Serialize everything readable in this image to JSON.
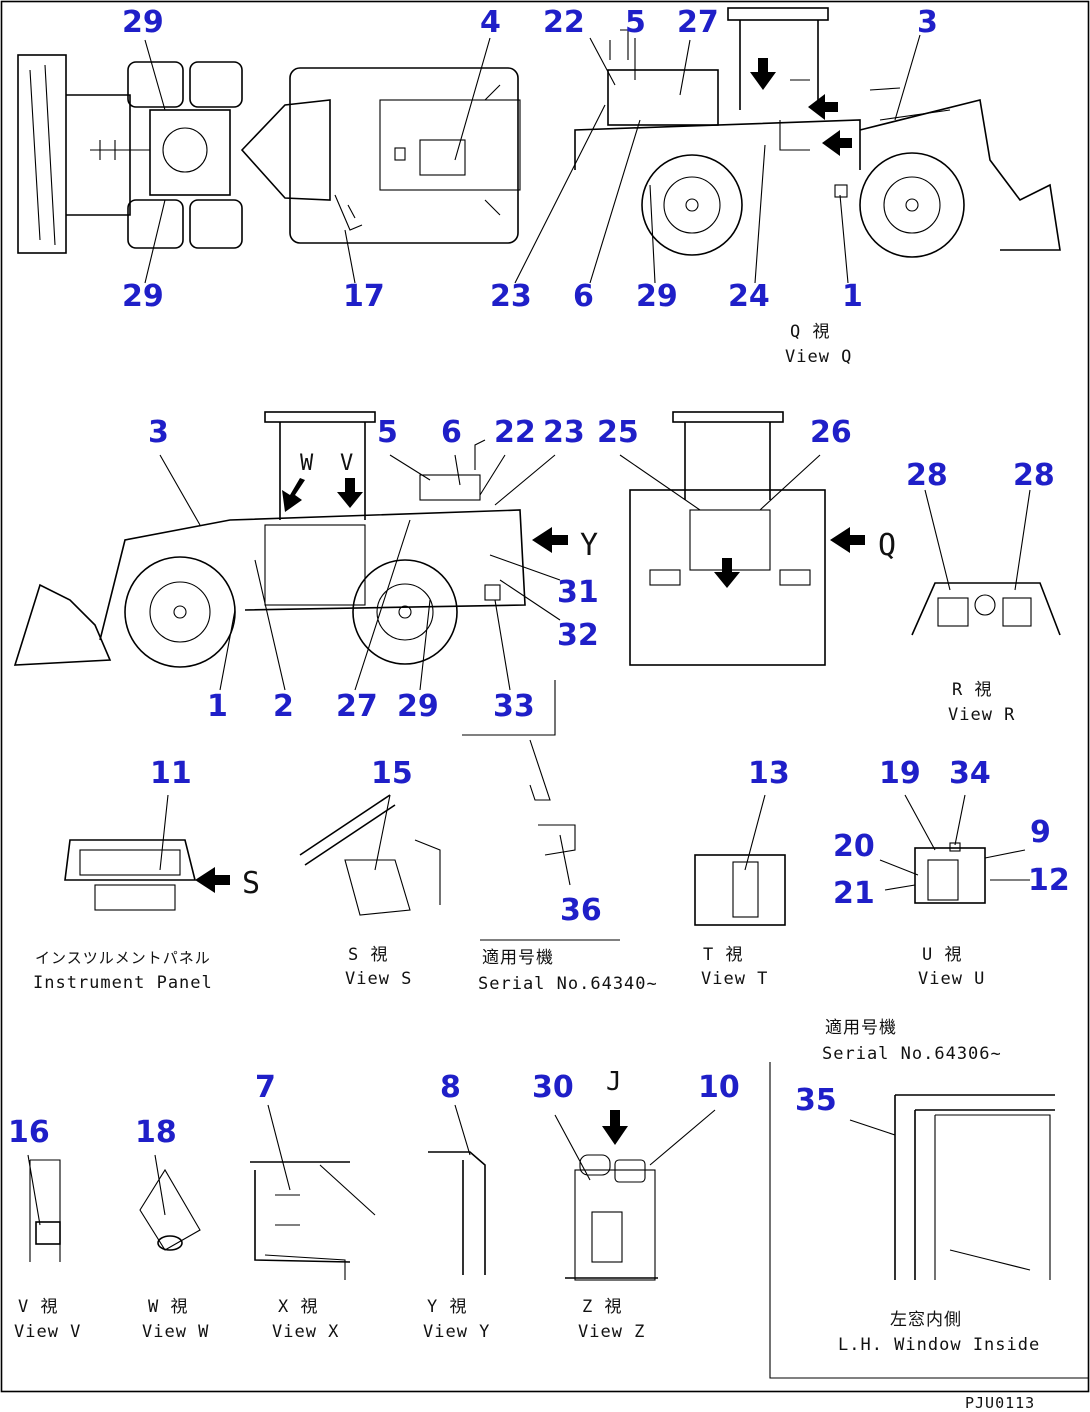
{
  "callouts": {
    "c29a": "29",
    "c4": "4",
    "c29b": "29",
    "c17": "17",
    "c22a": "22",
    "c5a": "5",
    "c27a": "27",
    "c3a": "3",
    "c23a": "23",
    "c6a": "6",
    "c29c": "29",
    "c24": "24",
    "c1a": "1",
    "c3b": "3",
    "c5b": "5",
    "c6b": "6",
    "c22b": "22",
    "c23b": "23",
    "c25": "25",
    "c26": "26",
    "c28a": "28",
    "c28b": "28",
    "c31": "31",
    "c32": "32",
    "c1b": "1",
    "c2": "2",
    "c27b": "27",
    "c29d": "29",
    "c33": "33",
    "c11": "11",
    "c15": "15",
    "c13": "13",
    "c19": "19",
    "c34": "34",
    "c9": "9",
    "c20": "20",
    "c12": "12",
    "c21": "21",
    "c36": "36",
    "c7": "7",
    "c8": "8",
    "c30": "30",
    "c10": "10",
    "c35": "35",
    "c16": "16",
    "c18": "18"
  },
  "letters": {
    "Y": "Y",
    "Q": "Q",
    "S": "S",
    "J": "J",
    "V": "V",
    "W": "W"
  },
  "captions": {
    "viewQ_jp": "Q 視",
    "viewQ_en": "View Q",
    "viewR_jp": "R 視",
    "viewR_en": "View R",
    "panel_jp": "インスツルメントパネル",
    "panel_en": "Instrument Panel",
    "viewS_jp": "S 視",
    "viewS_en": "View S",
    "serial1_jp": "適用号機",
    "serial1_en": "Serial No.64340~",
    "viewT_jp": "T 視",
    "viewT_en": "View T",
    "viewU_jp": "U 視",
    "viewU_en": "View U",
    "serial2_jp": "適用号機",
    "serial2_en": "Serial No.64306~",
    "viewV_jp": "V 視",
    "viewV_en": "View V",
    "viewW_jp": "W 視",
    "viewW_en": "View W",
    "viewX_jp": "X 視",
    "viewX_en": "View X",
    "viewY_jp": "Y 視",
    "viewY_en": "View Y",
    "viewZ_jp": "Z 視",
    "viewZ_en": "View Z",
    "window_jp": "左窓内側",
    "window_en": "L.H. Window Inside",
    "drawing_code": "PJU0113"
  },
  "colors": {
    "callout": "#1f1fc8",
    "line": "#000000",
    "background": "#ffffff"
  }
}
